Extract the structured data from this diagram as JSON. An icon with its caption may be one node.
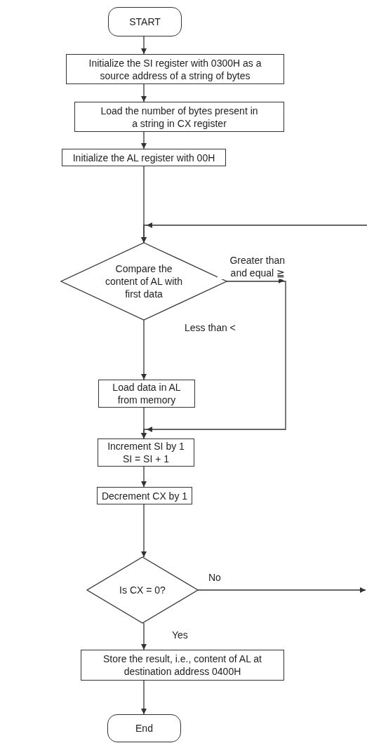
{
  "diagram": {
    "nodes": [
      {
        "text": [
          "START"
        ]
      },
      {
        "text": [
          "Initialize the SI register with 0300H as a source address of a string of bytes"
        ]
      },
      {
        "text": [
          "Load the number of bytes present in a string in CX register"
        ]
      },
      {
        "text": [
          "Initialize the AL register with 00H"
        ]
      },
      {
        "text": [
          "Compare the content of AL with first data"
        ]
      },
      {
        "text": [
          "Load data in AL from memory"
        ]
      },
      {
        "text": [
          "Increment SI by 1 SI = SI + 1"
        ]
      },
      {
        "text": [
          "Decrement CX by 1"
        ]
      },
      {
        "text": [
          "Is CX = 0?"
        ]
      },
      {
        "text": [
          "Store the result, i.e., content of AL at destination address 0400H"
        ]
      },
      {
        "text": [
          "End"
        ]
      }
    ],
    "edges": [
      {
        "from": 0,
        "to": 1,
        "arrow": "to"
      },
      {
        "from": 1,
        "to": 2,
        "arrow": "to"
      },
      {
        "from": 2,
        "to": 3,
        "arrow": "to"
      },
      {
        "from": 3,
        "to": 4,
        "arrow": "to"
      },
      {
        "from": 4,
        "to": 5,
        "arrow": "to",
        "label": "Less than <"
      },
      {
        "from": 4,
        "to": 6,
        "arrow": "to",
        "label": "Greater than and equal ≧"
      },
      {
        "from": 5,
        "to": 6,
        "arrow": "to"
      },
      {
        "from": 6,
        "to": 7,
        "arrow": "to"
      },
      {
        "from": 7,
        "to": 8,
        "arrow": "to"
      },
      {
        "from": 8,
        "to": 9,
        "arrow": "to",
        "label": "Yes"
      },
      {
        "from": 9,
        "to": 10,
        "arrow": "to"
      },
      {
        "from": 8,
        "to": null,
        "arrow": "to",
        "label": "No"
      },
      {
        "from": null,
        "to": 4,
        "arrow": "to"
      }
    ]
  }
}
